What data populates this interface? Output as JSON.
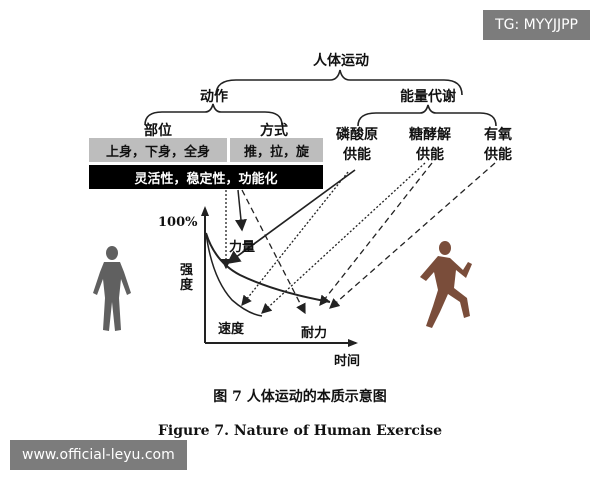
{
  "watermark": {
    "tag": "TG: MYYJJPP",
    "url": "www.official-leyu.com"
  },
  "diagram": {
    "root": "人体运动",
    "action": "动作",
    "energy": "能量代谢",
    "part": "部位",
    "mode": "方式",
    "part_values": "上身，下身，全身",
    "mode_values": "推，拉，旋",
    "qualities": "灵活性，稳定性，功能化",
    "phosphagen": [
      "磷酸原",
      "供能"
    ],
    "glycolytic": [
      "糖酵解",
      "供能"
    ],
    "aerobic": [
      "有氧",
      "供能"
    ]
  },
  "graph": {
    "y_max_label": "100%",
    "y_label": "强度",
    "x_label": "时间",
    "strength": "力量",
    "speed": "速度",
    "endurance": "耐力"
  },
  "caption": {
    "cn": "图 7    人体运动的本质示意图",
    "en": "Figure 7.    Nature of Human Exercise"
  },
  "colors": {
    "badge": "#7c7c7c",
    "bar_gray": "#bdbdbd",
    "bar_black": "#000000"
  }
}
